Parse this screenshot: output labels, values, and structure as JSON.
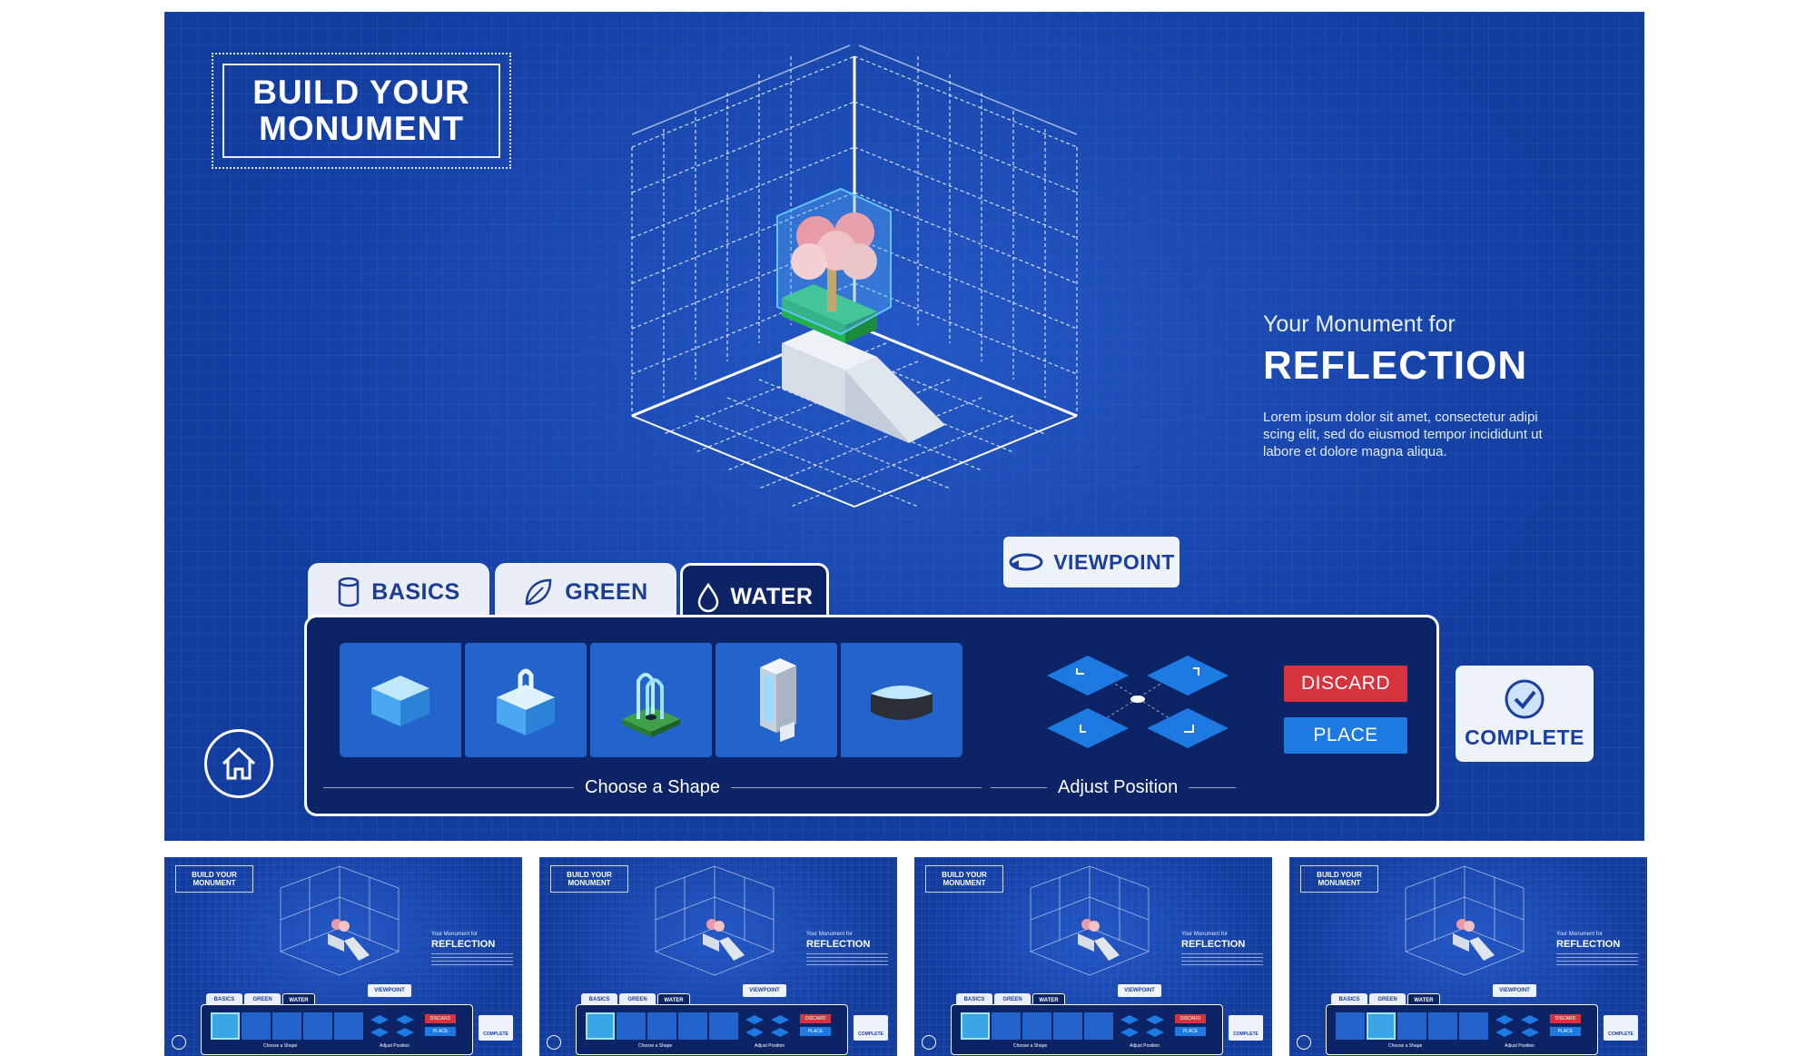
{
  "app": {
    "title": "BUILD YOUR MONUMENT"
  },
  "info": {
    "subtitle": "Your Monument for",
    "title": "REFLECTION",
    "body": "Lorem ipsum dolor sit amet, consectetur adipi scing elit, sed do eiusmod tempor incididunt ut labore et dolore magna aliqua."
  },
  "toolbar": {
    "viewpoint_label": "VIEWPOINT",
    "complete_label": "COMPLETE",
    "discard_label": "DISCARD",
    "place_label": "PLACE"
  },
  "tabs": [
    {
      "label": "BASICS",
      "icon": "cylinder-icon",
      "active": false
    },
    {
      "label": "GREEN",
      "icon": "leaf-icon",
      "active": false
    },
    {
      "label": "WATER",
      "icon": "water-drop-icon",
      "active": true
    }
  ],
  "shapes": {
    "caption": "Choose a Shape",
    "items": [
      {
        "name": "water-pool-icon"
      },
      {
        "name": "fountain-basin-icon"
      },
      {
        "name": "water-arch-fountain-icon"
      },
      {
        "name": "waterfall-tower-icon"
      },
      {
        "name": "round-pond-icon"
      }
    ]
  },
  "position": {
    "caption": "Adjust Position"
  },
  "colors": {
    "background": "#123c9e",
    "panel": "#0c2466",
    "tile": "#2264cc",
    "discard": "#d6333c",
    "place": "#1c7ae2",
    "button_light": "#eef2fa",
    "button_text": "#1a3fa0"
  },
  "thumbnails": [
    {
      "title": "BUILD YOUR MONUMENT",
      "subtitle": "Your Monument for",
      "reflection": "REFLECTION",
      "viewpoint": "VIEWPOINT",
      "tabs": [
        "BASICS",
        "GREEN",
        "WATER"
      ],
      "discard": "DISCARD",
      "place": "PLACE",
      "complete": "COMPLETE",
      "shape_caption": "Choose a Shape",
      "position_caption": "Adjust Position"
    },
    {
      "title": "BUILD YOUR MONUMENT",
      "subtitle": "Your Monument for",
      "reflection": "REFLECTION",
      "viewpoint": "VIEWPOINT",
      "tabs": [
        "BASICS",
        "GREEN",
        "WATER"
      ],
      "discard": "DISCARD",
      "place": "PLACE",
      "complete": "COMPLETE",
      "shape_caption": "Choose a Shape",
      "position_caption": "Adjust Position"
    },
    {
      "title": "BUILD YOUR MONUMENT",
      "subtitle": "Your Monument for",
      "reflection": "REFLECTION",
      "viewpoint": "VIEWPOINT",
      "tabs": [
        "BASICS",
        "GREEN",
        "WATER"
      ],
      "discard": "DISCARD",
      "place": "PLACE",
      "complete": "COMPLETE",
      "shape_caption": "Choose a Shape",
      "position_caption": "Adjust Position"
    },
    {
      "title": "BUILD YOUR MONUMENT",
      "subtitle": "Your Monument for",
      "reflection": "REFLECTION",
      "viewpoint": "VIEWPOINT",
      "tabs": [
        "BASICS",
        "GREEN",
        "WATER"
      ],
      "discard": "DISCARD",
      "place": "PLACE",
      "complete": "COMPLETE",
      "shape_caption": "Choose a Shape",
      "position_caption": "Adjust Position"
    }
  ]
}
